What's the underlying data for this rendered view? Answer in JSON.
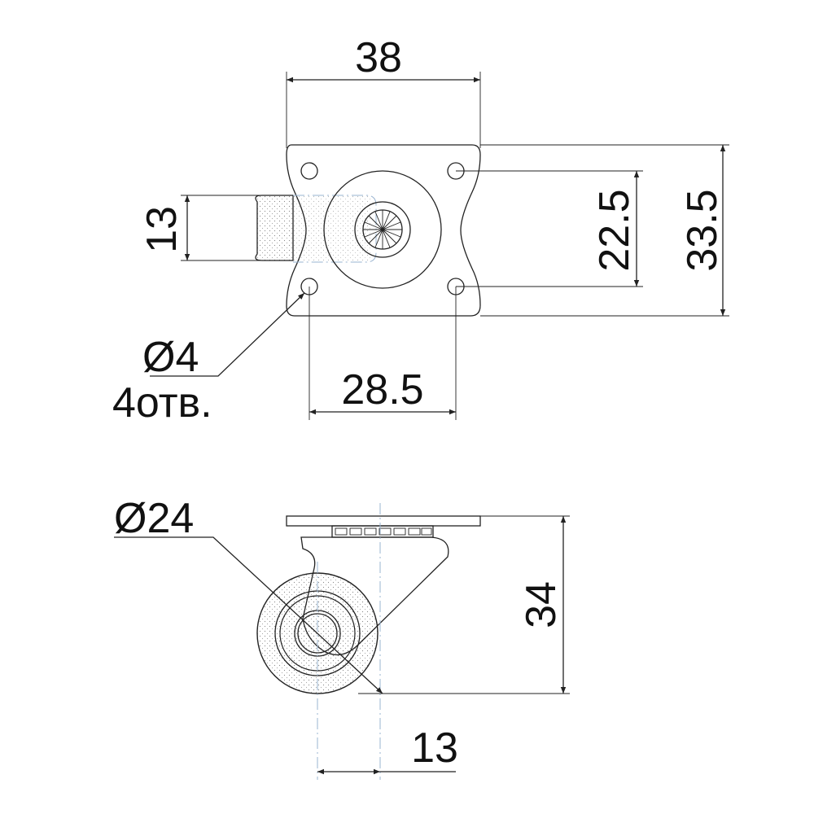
{
  "drawing": {
    "top_view": {
      "dim_width": "38",
      "dim_height_outer": "33.5",
      "dim_height_holes": "22.5",
      "dim_holes_spacing": "28.5",
      "dim_brake": "13",
      "hole_diameter": "Ø4",
      "hole_count": "4отв."
    },
    "side_view": {
      "wheel_diameter": "Ø24",
      "total_height": "34",
      "offset": "13"
    }
  },
  "colors": {
    "line": "#222222",
    "axis": "#9ab4d0",
    "fill": "#ffffff"
  }
}
